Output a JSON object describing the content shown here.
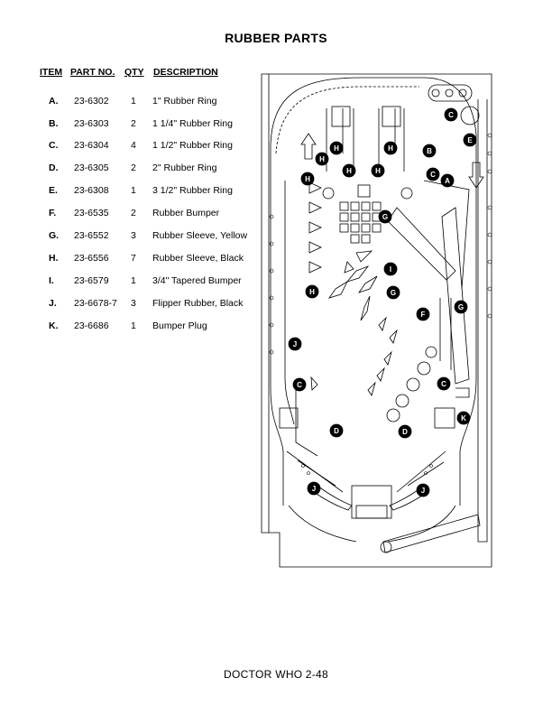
{
  "title": "RUBBER PARTS",
  "table": {
    "headers": {
      "item": "ITEM",
      "part": "PART NO.",
      "qty": "QTY",
      "desc": "DESCRIPTION"
    },
    "rows": [
      {
        "item": "A.",
        "part": "23-6302",
        "qty": "1",
        "desc": "1\" Rubber Ring"
      },
      {
        "item": "B.",
        "part": "23-6303",
        "qty": "2",
        "desc": "1 1/4\" Rubber Ring"
      },
      {
        "item": "C.",
        "part": "23-6304",
        "qty": "4",
        "desc": "1 1/2\" Rubber Ring"
      },
      {
        "item": "D.",
        "part": "23-6305",
        "qty": "2",
        "desc": "2\" Rubber Ring"
      },
      {
        "item": "E.",
        "part": "23-6308",
        "qty": "1",
        "desc": "3 1/2\" Rubber Ring"
      },
      {
        "item": "F.",
        "part": "23-6535",
        "qty": "2",
        "desc": "Rubber Bumper"
      },
      {
        "item": "G.",
        "part": "23-6552",
        "qty": "3",
        "desc": "Rubber Sleeve, Yellow"
      },
      {
        "item": "H.",
        "part": "23-6556",
        "qty": "7",
        "desc": "Rubber Sleeve, Black"
      },
      {
        "item": "I.",
        "part": "23-6579",
        "qty": "1",
        "desc": "3/4\" Tapered Bumper"
      },
      {
        "item": "J.",
        "part": "23-6678-7",
        "qty": "3",
        "desc": "Flipper Rubber, Black"
      },
      {
        "item": "K.",
        "part": "23-6686",
        "qty": "1",
        "desc": "Bumper Plug"
      }
    ]
  },
  "callouts": [
    "A",
    "B",
    "C",
    "C",
    "C",
    "C",
    "D",
    "D",
    "E",
    "F",
    "G",
    "G",
    "G",
    "H",
    "H",
    "H",
    "H",
    "H",
    "H",
    "H",
    "I",
    "J",
    "J",
    "J",
    "K"
  ],
  "footer": {
    "game": "DOCTOR WHO",
    "page": "2-48"
  }
}
